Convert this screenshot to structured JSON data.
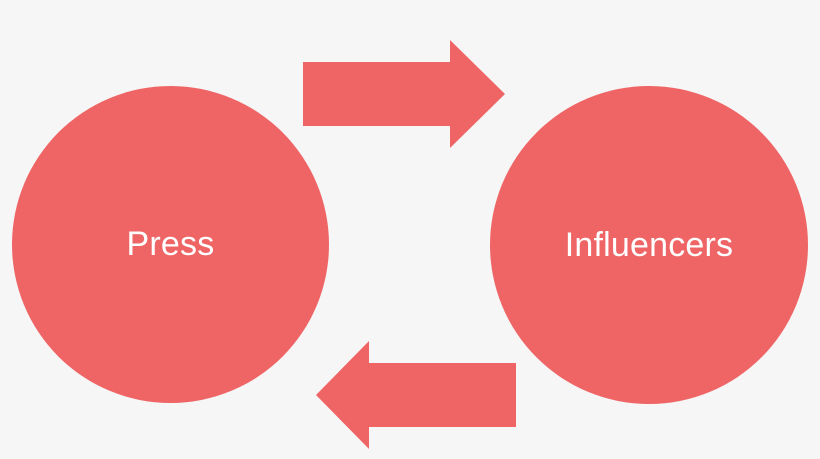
{
  "colors": {
    "background": "#f6f6f6",
    "shape_fill": "#ef6566",
    "label_text": "#ffffff"
  },
  "nodes": {
    "press": {
      "label": "Press"
    },
    "influencers": {
      "label": "Influencers"
    }
  },
  "arrows": {
    "top": {
      "direction": "right",
      "from": "Press",
      "to": "Influencers"
    },
    "bottom": {
      "direction": "left",
      "from": "Influencers",
      "to": "Press"
    }
  }
}
